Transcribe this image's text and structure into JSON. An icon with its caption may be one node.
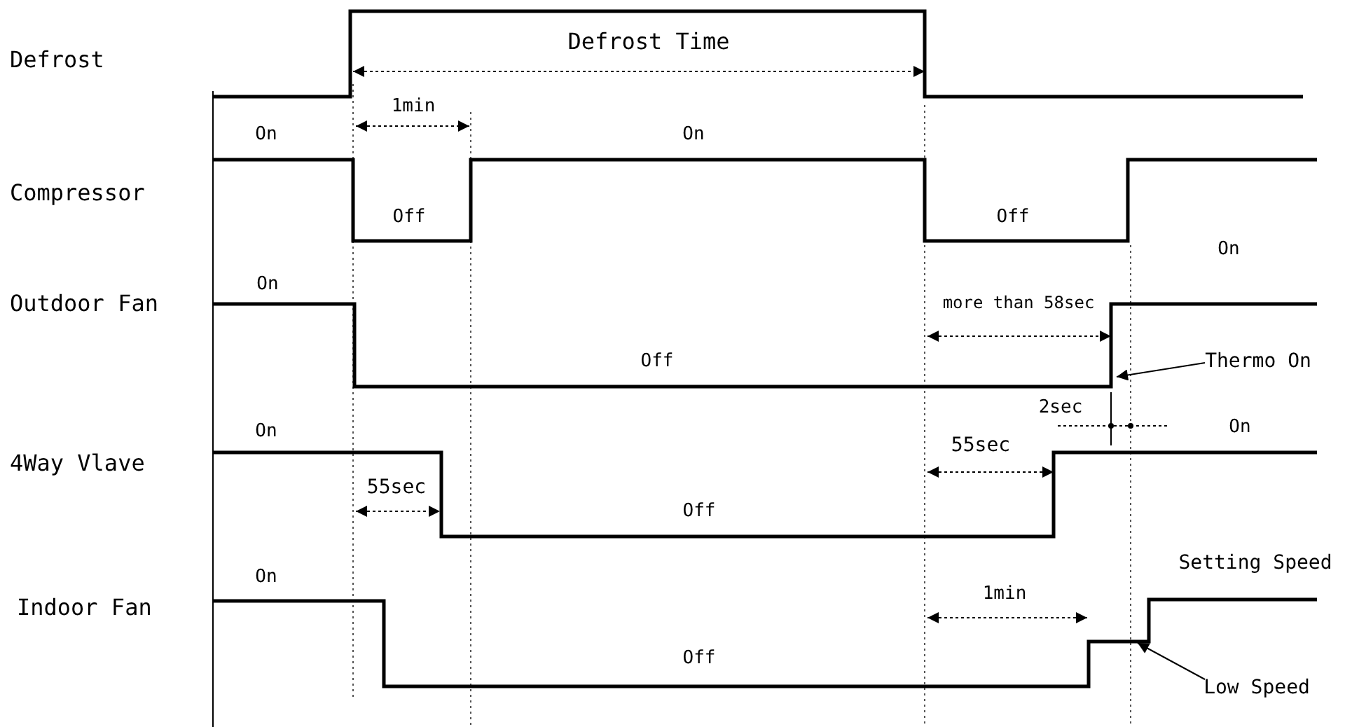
{
  "diagram": {
    "nodes": [
      {
        "text": [
          "Thermo On"
        ]
      },
      {
        "text": [
          "Low Speed"
        ]
      }
    ],
    "edges": [
      {
        "from": 0,
        "to": null,
        "arrow": "to"
      },
      {
        "from": 1,
        "to": null,
        "arrow": "to"
      }
    ],
    "labels": [
      "Defrost Time",
      "Defrost",
      "1min",
      "On",
      "On",
      "Compressor",
      "Off",
      "Off",
      "On",
      "On",
      "more than 58sec",
      "Outdoor Fan",
      "Off",
      "2sec",
      "On",
      "On",
      "55sec",
      "4Way Vlave",
      "55sec",
      "Off",
      "Setting Speed",
      "On",
      "1min",
      "Indoor Fan",
      "Off"
    ]
  }
}
